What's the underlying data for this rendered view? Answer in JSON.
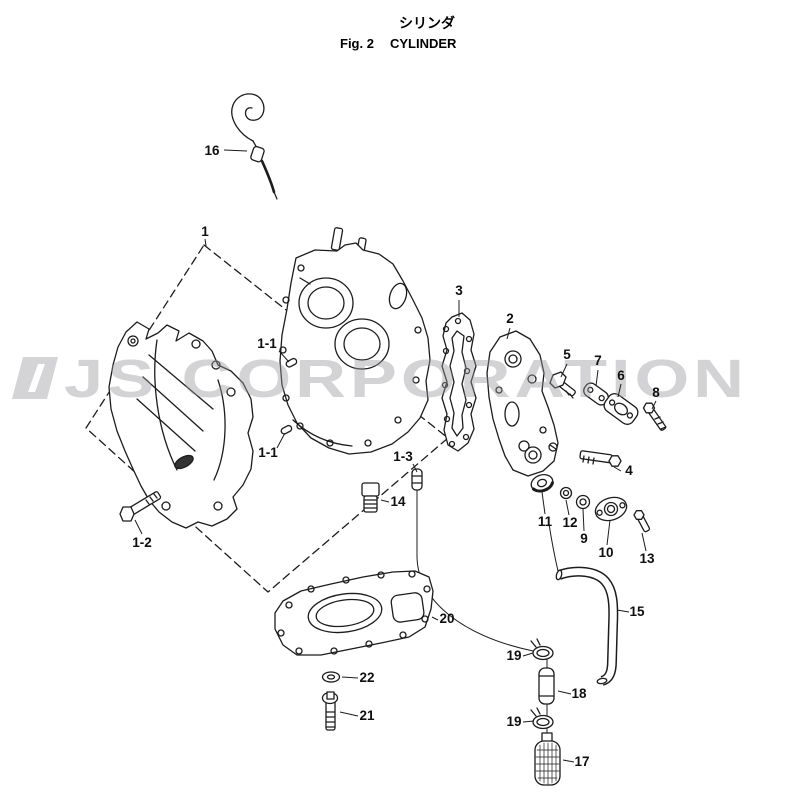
{
  "header": {
    "title_ja": "シリンダ",
    "fig": "Fig. 2",
    "title_en": "CYLINDER"
  },
  "watermark": {
    "text": "JS CORPORATION"
  },
  "parts": {
    "p16": "16",
    "p1": "1",
    "p1_1a": "1-1",
    "p1_1b": "1-1",
    "p1_2": "1-2",
    "p1_3": "1-3",
    "p3": "3",
    "p2": "2",
    "p5": "5",
    "p7": "7",
    "p6": "6",
    "p8": "8",
    "p4": "4",
    "p11": "11",
    "p12": "12",
    "p9": "9",
    "p10": "10",
    "p13": "13",
    "p14": "14",
    "p15": "15",
    "p20": "20",
    "p22": "22",
    "p21": "21",
    "p19a": "19",
    "p18": "18",
    "p19b": "19",
    "p17": "17"
  },
  "colors": {
    "line": "#1c1c1c",
    "watermark": "#97979d",
    "background": "#ffffff"
  }
}
